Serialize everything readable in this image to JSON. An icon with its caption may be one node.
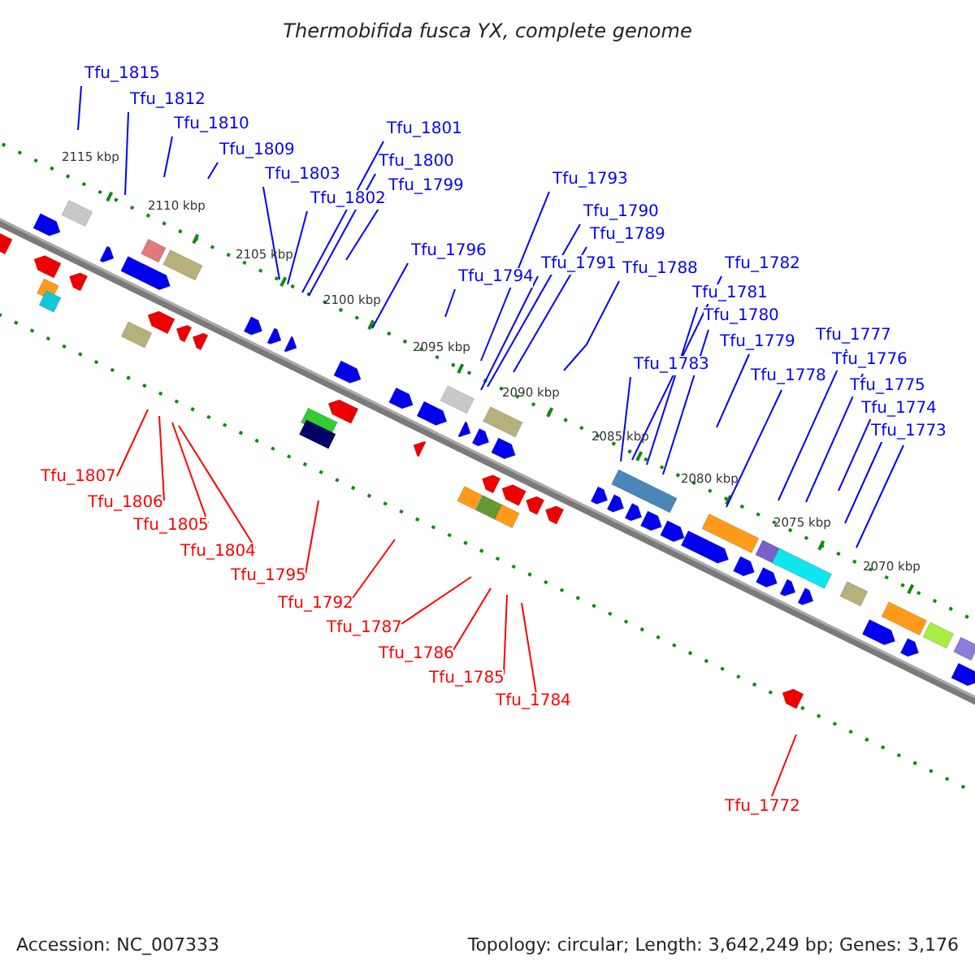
{
  "diagram": {
    "title": "Thermobifida fusca YX, complete genome",
    "nodes": [
      {
        "text": [
          "Tfu_1815"
        ]
      },
      {
        "text": [
          "Tfu_1812"
        ]
      },
      {
        "text": [
          "Tfu_1810"
        ]
      },
      {
        "text": [
          "Tfu_1809"
        ]
      },
      {
        "text": [
          "Tfu_1803"
        ]
      },
      {
        "text": [
          "Tfu_1802"
        ]
      },
      {
        "text": [
          "Tfu_1801"
        ]
      },
      {
        "text": [
          "Tfu_1800"
        ]
      },
      {
        "text": [
          "Tfu_1799"
        ]
      },
      {
        "text": [
          "Tfu_1796"
        ]
      },
      {
        "text": [
          "Tfu_1794"
        ]
      },
      {
        "text": [
          "Tfu_1793"
        ]
      },
      {
        "text": [
          "Tfu_1790"
        ]
      },
      {
        "text": [
          "Tfu_1789"
        ]
      },
      {
        "text": [
          "Tfu_1791"
        ]
      },
      {
        "text": [
          "Tfu_1788"
        ]
      },
      {
        "text": [
          "Tfu_1782"
        ]
      },
      {
        "text": [
          "Tfu_1781"
        ]
      },
      {
        "text": [
          "Tfu_1780"
        ]
      },
      {
        "text": [
          "Tfu_1779"
        ]
      },
      {
        "text": [
          "Tfu_1783"
        ]
      },
      {
        "text": [
          "Tfu_1778"
        ]
      },
      {
        "text": [
          "Tfu_1777"
        ]
      },
      {
        "text": [
          "Tfu_1776"
        ]
      },
      {
        "text": [
          "Tfu_1775"
        ]
      },
      {
        "text": [
          "Tfu_1774"
        ]
      },
      {
        "text": [
          "Tfu_1773"
        ]
      },
      {
        "text": [
          "Tfu_1807"
        ]
      },
      {
        "text": [
          "Tfu_1806"
        ]
      },
      {
        "text": [
          "Tfu_1805"
        ]
      },
      {
        "text": [
          "Tfu_1804"
        ]
      },
      {
        "text": [
          "Tfu_1795"
        ]
      },
      {
        "text": [
          "Tfu_1792"
        ]
      },
      {
        "text": [
          "Tfu_1787"
        ]
      },
      {
        "text": [
          "Tfu_1786"
        ]
      },
      {
        "text": [
          "Tfu_1785"
        ]
      },
      {
        "text": [
          "Tfu_1784"
        ]
      },
      {
        "text": [
          "Tfu_1772"
        ]
      }
    ],
    "edges": [
      {
        "from": 0,
        "to": null,
        "arrow": "none"
      },
      {
        "from": 1,
        "to": null,
        "arrow": "none"
      },
      {
        "from": 2,
        "to": null,
        "arrow": "none"
      },
      {
        "from": 3,
        "to": null,
        "arrow": "none"
      },
      {
        "from": 4,
        "to": null,
        "arrow": "none"
      },
      {
        "from": 5,
        "to": null,
        "arrow": "none"
      },
      {
        "from": 6,
        "to": null,
        "arrow": "none"
      },
      {
        "from": 7,
        "to": null,
        "arrow": "none"
      },
      {
        "from": 8,
        "to": null,
        "arrow": "none"
      },
      {
        "from": 9,
        "to": null,
        "arrow": "none"
      },
      {
        "from": 10,
        "to": null,
        "arrow": "none"
      },
      {
        "from": 11,
        "to": null,
        "arrow": "none"
      },
      {
        "from": 12,
        "to": null,
        "arrow": "none"
      },
      {
        "from": 13,
        "to": null,
        "arrow": "none"
      },
      {
        "from": 14,
        "to": null,
        "arrow": "none"
      },
      {
        "from": 15,
        "to": null,
        "arrow": "none"
      },
      {
        "from": 16,
        "to": null,
        "arrow": "none"
      },
      {
        "from": 17,
        "to": null,
        "arrow": "none"
      },
      {
        "from": 18,
        "to": null,
        "arrow": "none"
      },
      {
        "from": 19,
        "to": null,
        "arrow": "none"
      },
      {
        "from": 20,
        "to": null,
        "arrow": "none"
      },
      {
        "from": 21,
        "to": null,
        "arrow": "none"
      },
      {
        "from": 22,
        "to": null,
        "arrow": "none"
      },
      {
        "from": 23,
        "to": null,
        "arrow": "none"
      },
      {
        "from": 24,
        "to": null,
        "arrow": "none"
      },
      {
        "from": 25,
        "to": null,
        "arrow": "none"
      },
      {
        "from": 26,
        "to": null,
        "arrow": "none"
      },
      {
        "from": 27,
        "to": null,
        "arrow": "none",
        "color": "#ff0000"
      },
      {
        "from": 28,
        "to": null,
        "arrow": "none",
        "color": "#ff0000"
      },
      {
        "from": 29,
        "to": null,
        "arrow": "none",
        "color": "#ff0000"
      },
      {
        "from": 30,
        "to": null,
        "arrow": "none",
        "color": "#ff0000"
      },
      {
        "from": 31,
        "to": null,
        "arrow": "none",
        "color": "#ff0000"
      },
      {
        "from": 32,
        "to": null,
        "arrow": "none",
        "color": "#ff0000"
      },
      {
        "from": 33,
        "to": null,
        "arrow": "none",
        "color": "#ff0000"
      },
      {
        "from": 34,
        "to": null,
        "arrow": "none",
        "color": "#ff0000"
      },
      {
        "from": 35,
        "to": null,
        "arrow": "none",
        "color": "#ff0000"
      },
      {
        "from": 36,
        "to": null,
        "arrow": "none",
        "color": "#ff0000"
      },
      {
        "from": 37,
        "to": null,
        "arrow": "none",
        "color": "#ff0000"
      }
    ],
    "labels": [
      "2115 kbp",
      "2110 kbp",
      "2105 kbp",
      "2100 kbp",
      "2095 kbp",
      "2090 kbp",
      "2085 kbp",
      "2080 kbp",
      "2075 kbp",
      "2070 kbp",
      "Accession: NC_007333",
      "Topology: circular; Length: 3,642,249 bp; Genes: 3,176"
    ]
  }
}
